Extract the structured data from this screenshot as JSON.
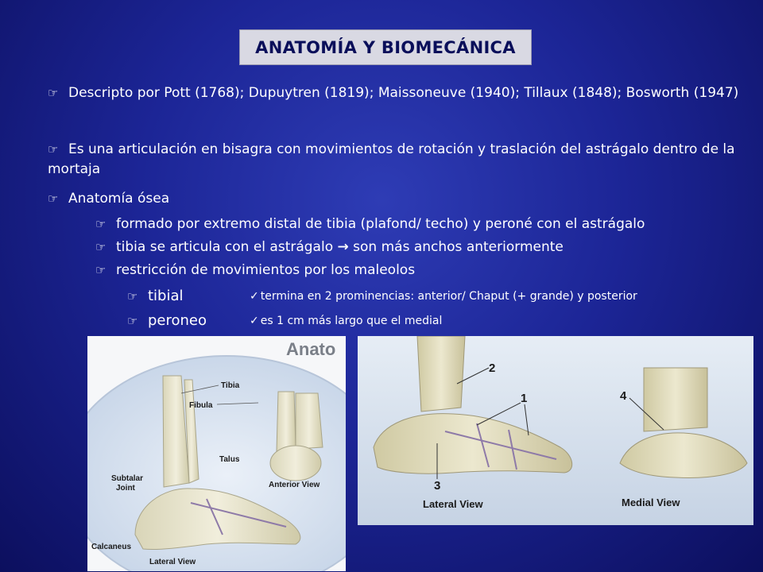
{
  "title": "ANATOMÍA Y BIOMECÁNICA",
  "paragraphs": [
    {
      "text": "Descripto por Pott (1768); Dupuytren (1819); Maissoneuve (1940); Tillaux (1848); Bosworth (1947)"
    },
    {
      "text": "Es una articulación en bisagra con movimientos de rotación y traslación del astrágalo dentro de la mortaja"
    }
  ],
  "section": {
    "label": "Anatomía ósea",
    "items": [
      {
        "text": "formado por extremo distal de tibia (plafond/ techo) y peroné con el astrágalo"
      },
      {
        "text_before": "tibia se articula con el astrágalo",
        "arrow": "→",
        "text_after": "son más anchos anteriormente"
      },
      {
        "text": "restricción de movimientos por los maleolos"
      }
    ],
    "maleolos": [
      {
        "label": "tibial",
        "note": "termina en 2 prominencias: anterior/ Chaput (+ grande) y posterior"
      },
      {
        "label": "peroneo",
        "note": "es 1 cm más largo que el medial"
      }
    ]
  },
  "figure_left": {
    "header": "Anato",
    "labels": {
      "tibia": "Tibia",
      "fibula": "Fibula",
      "talus": "Talus",
      "subtalar": "Subtalar",
      "joint": "Joint",
      "anterior_view": "Anterior View",
      "calcaneus": "Calcaneus",
      "lateral_view": "Lateral View"
    }
  },
  "figure_right": {
    "labels": {
      "n1": "1",
      "n2": "2",
      "n3": "3",
      "n4": "4",
      "lateral_view": "Lateral View",
      "medial_view": "Medial View"
    }
  },
  "colors": {
    "background": "#1c2596",
    "title_box": "#d9d9e3",
    "title_text": "#0a0f5a",
    "bone": "#e6e2c8"
  },
  "icons": {
    "bullet": "pointing-hand-icon",
    "check": "checkmark-icon"
  }
}
